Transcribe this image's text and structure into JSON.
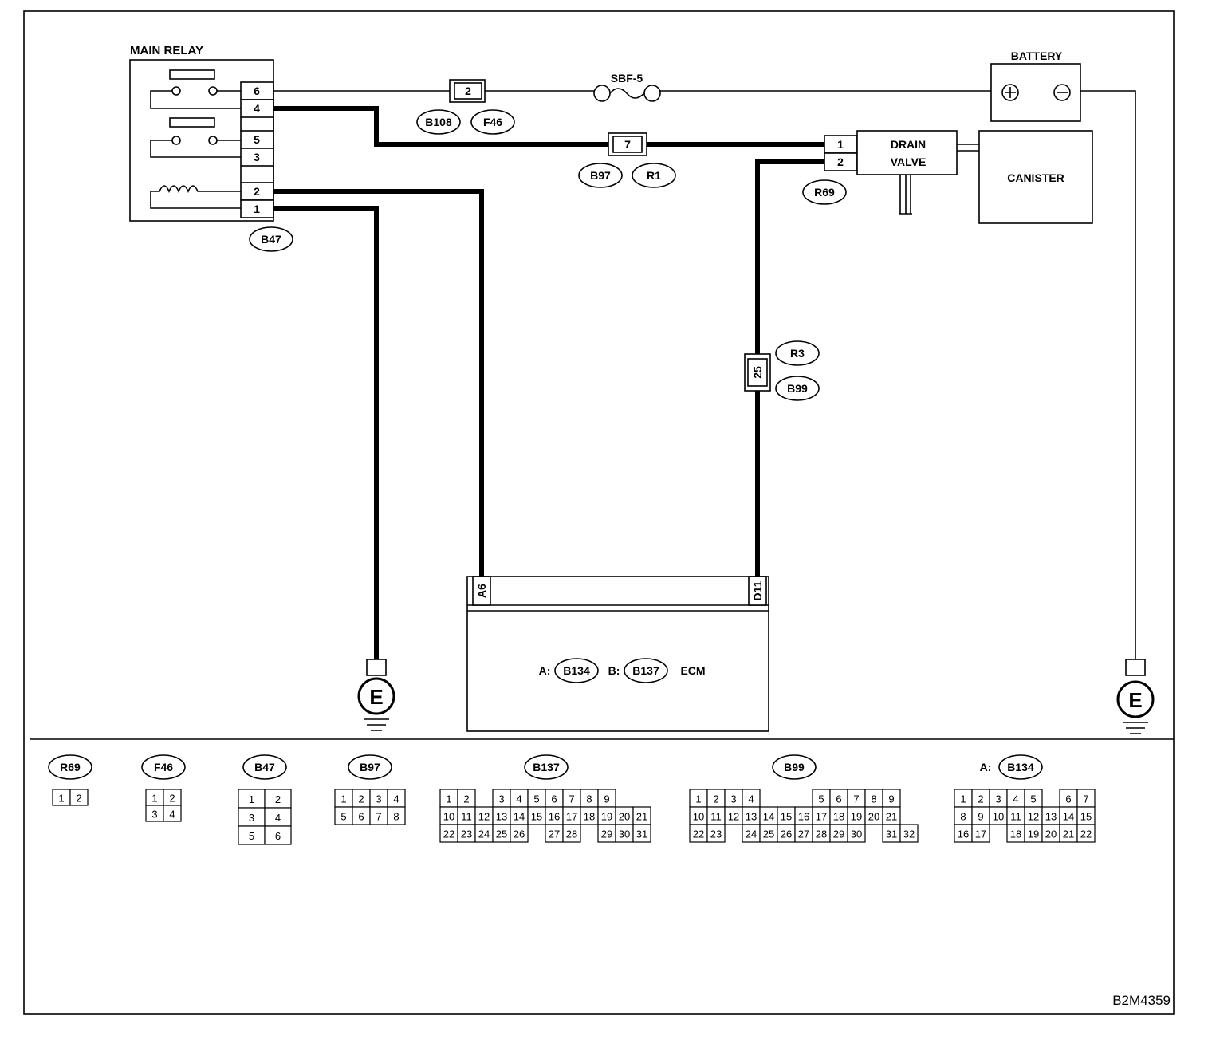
{
  "components": {
    "main_relay": "MAIN RELAY",
    "battery": "BATTERY",
    "sbf": "SBF-5",
    "drain_valve": [
      "DRAIN",
      "VALVE"
    ],
    "canister": "CANISTER",
    "ecm": "ECM",
    "ground": "E"
  },
  "relay_pins": [
    "6",
    "4",
    "5",
    "3",
    "2",
    "1"
  ],
  "drain_valve_pins": [
    "1",
    "2"
  ],
  "ecm_pins": {
    "a": "A6",
    "d": "D11"
  },
  "ecm_ids": {
    "a_label": "A:",
    "a": "B134",
    "b_label": "B:",
    "b": "B137"
  },
  "inline_pins": {
    "fuse_conn": "2",
    "r1_conn": "7",
    "r3_conn": "25"
  },
  "connector_ids": {
    "b108": "B108",
    "f46": "F46",
    "b97": "B97",
    "r1": "R1",
    "r69": "R69",
    "b47": "B47",
    "r3": "R3",
    "b99": "B99"
  },
  "legend": {
    "r69": {
      "title": "R69",
      "rows": [
        [
          "1",
          "2"
        ]
      ]
    },
    "f46": {
      "title": "F46",
      "rows": [
        [
          "1",
          "2"
        ],
        [
          "3",
          "4"
        ]
      ]
    },
    "b47": {
      "title": "B47",
      "rows": [
        [
          "1",
          "2"
        ],
        [
          "3",
          "4"
        ],
        [
          "5",
          "6"
        ]
      ]
    },
    "b97": {
      "title": "B97",
      "rows": [
        [
          "1",
          "2",
          "3",
          "4"
        ],
        [
          "5",
          "6",
          "7",
          "8"
        ]
      ]
    },
    "b137": {
      "title": "B137",
      "rows": [
        [
          "1",
          "2",
          "",
          "3",
          "4",
          "5",
          "6",
          "7",
          "8",
          "9"
        ],
        [
          "10",
          "11",
          "12",
          "13",
          "14",
          "15",
          "16",
          "17",
          "18",
          "19",
          "20",
          "21"
        ],
        [
          "22",
          "23",
          "24",
          "25",
          "26",
          "",
          "27",
          "28",
          "",
          "29",
          "30",
          "31"
        ]
      ]
    },
    "b99": {
      "title": "B99",
      "rows": [
        [
          "1",
          "2",
          "3",
          "4",
          "",
          "",
          "",
          "5",
          "6",
          "7",
          "8",
          "9"
        ],
        [
          "10",
          "11",
          "12",
          "13",
          "14",
          "15",
          "16",
          "17",
          "18",
          "19",
          "20",
          "21"
        ],
        [
          "22",
          "23",
          "",
          "24",
          "25",
          "26",
          "27",
          "28",
          "29",
          "30",
          "",
          "31",
          "32"
        ]
      ]
    },
    "b134": {
      "prefix": "A:",
      "title": "B134",
      "rows": [
        [
          "1",
          "2",
          "3",
          "4",
          "5",
          "",
          "6",
          "7"
        ],
        [
          "8",
          "9",
          "10",
          "11",
          "12",
          "13",
          "14",
          "15"
        ],
        [
          "16",
          "17",
          "",
          "18",
          "19",
          "20",
          "21",
          "22"
        ]
      ]
    }
  },
  "figure_id": "B2M4359"
}
